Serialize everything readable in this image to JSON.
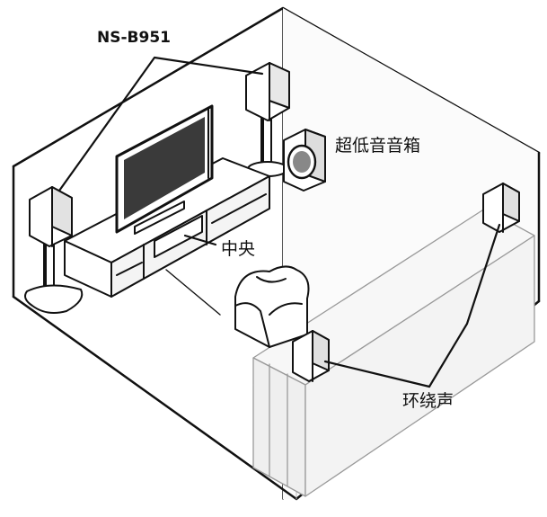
{
  "labels": {
    "front_speaker_model": "NS-B951",
    "subwoofer": "超低音音箱",
    "center": "中央",
    "surround": "环绕声"
  },
  "colors": {
    "line": "#111111",
    "screen": "#3a3a3a",
    "wall_shade": "#f4f4f4",
    "bench_fill": "#f7f7f7",
    "bench_line": "#9a9a9a"
  }
}
